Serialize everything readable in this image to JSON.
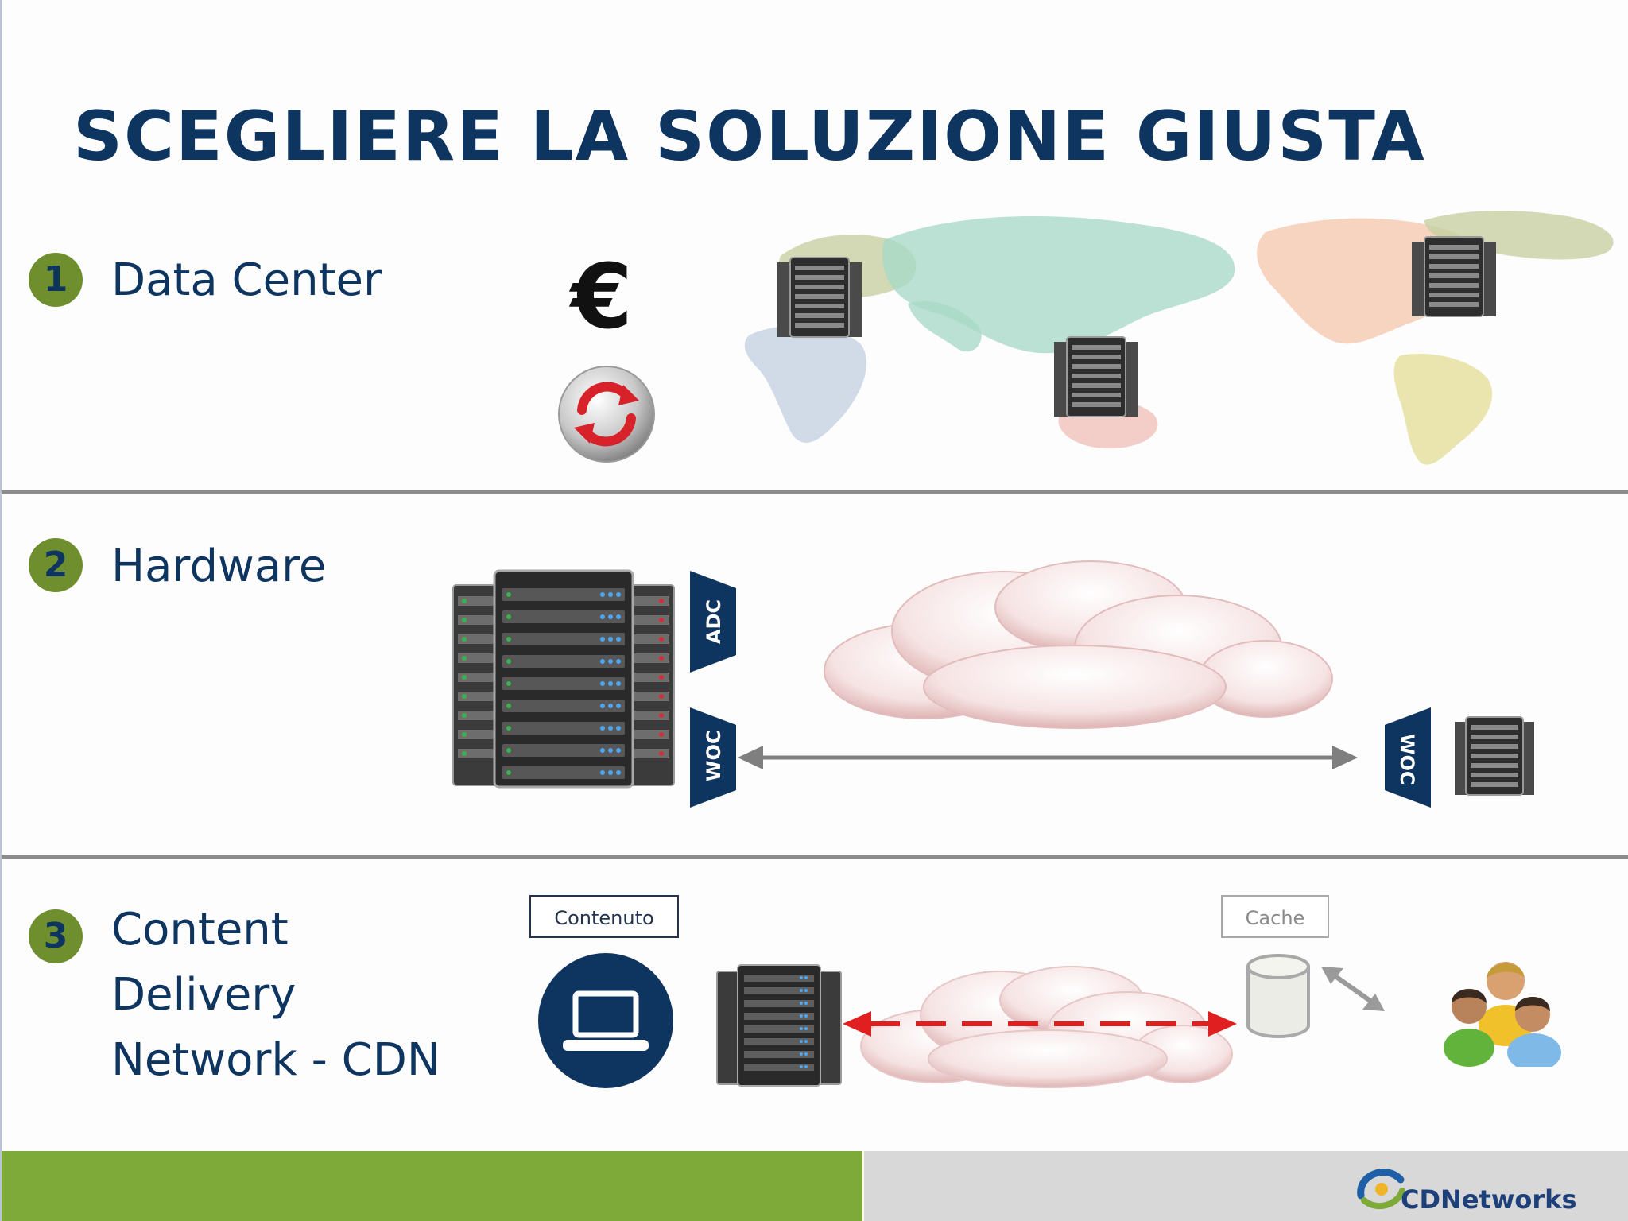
{
  "title": "SCEGLIERE LA SOLUZIONE GIUSTA",
  "sections": [
    {
      "number": "1",
      "label": "Data Center"
    },
    {
      "number": "2",
      "label": "Hardware"
    },
    {
      "number": "3",
      "label_lines": [
        "Content",
        "Delivery",
        "Network - CDN"
      ]
    }
  ],
  "data_center": {
    "currency_symbol": "€"
  },
  "hardware": {
    "tags": {
      "adc": "ADC",
      "woc_left": "WOC",
      "woc_right": "WOC"
    }
  },
  "cdn": {
    "content_label": "Contenuto",
    "cache_label": "Cache"
  },
  "footer": {
    "brand": "CDNetworks"
  },
  "colors": {
    "title": "#0e3460",
    "badge": "#6f8f2f",
    "footer_green": "#7eaa3a",
    "footer_gray": "#d8d8d8",
    "tag": "#0e3460",
    "dashed_arrow": "#e02020"
  },
  "icons": [
    "euro-icon",
    "sync-icon",
    "world-map",
    "server-rack-icon",
    "cloud-icon",
    "laptop-icon",
    "cache-cylinder-icon",
    "users-icon",
    "cdnetworks-logo"
  ]
}
